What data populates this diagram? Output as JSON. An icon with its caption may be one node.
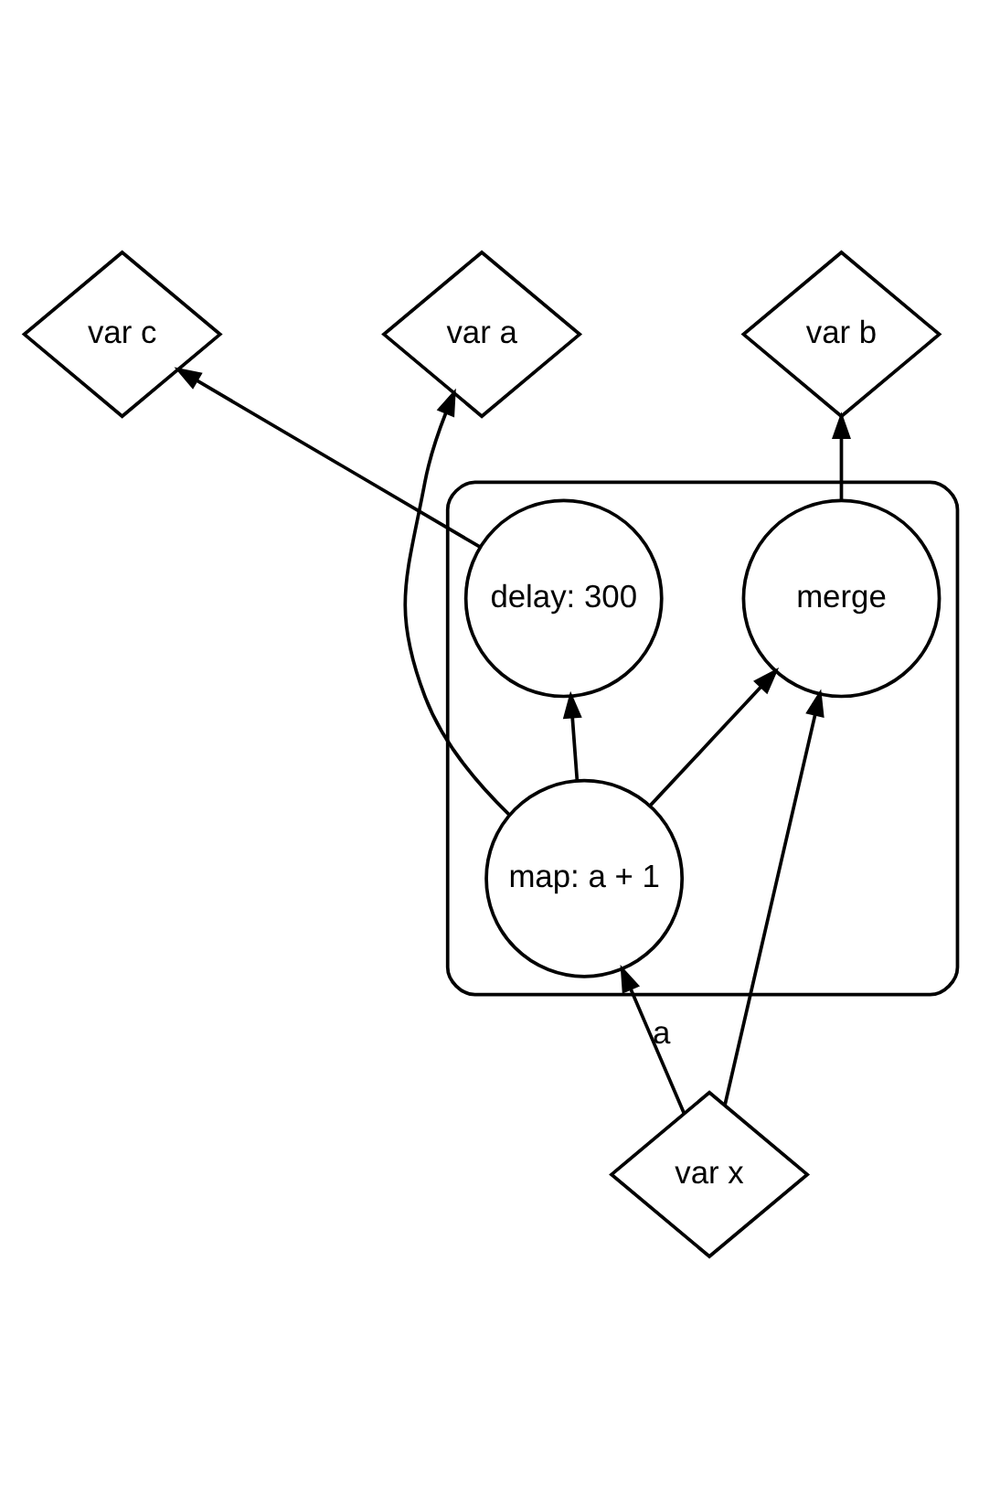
{
  "diagram": {
    "nodes": [
      {
        "text": [
          "var c"
        ]
      },
      {
        "text": [
          "var a"
        ]
      },
      {
        "text": [
          "var b"
        ]
      },
      {
        "text": [],
        "shape": "box"
      },
      {
        "text": [
          "delay: 300"
        ],
        "in": 3
      },
      {
        "text": [
          "merge"
        ],
        "in": 3
      },
      {
        "text": [
          "map: a + 1"
        ],
        "in": 3
      },
      {
        "text": [
          "var x"
        ]
      }
    ],
    "edges": [
      {
        "from": 4,
        "to": 0,
        "arrow": "to"
      },
      {
        "from": 6,
        "to": 1,
        "arrow": "to"
      },
      {
        "from": 5,
        "to": 2,
        "arrow": "to"
      },
      {
        "from": 6,
        "to": 4,
        "arrow": "to"
      },
      {
        "from": 6,
        "to": 5,
        "arrow": "to"
      },
      {
        "from": 7,
        "to": 6,
        "arrow": "to",
        "label": "a"
      },
      {
        "from": 7,
        "to": 5,
        "arrow": "to"
      }
    ]
  }
}
